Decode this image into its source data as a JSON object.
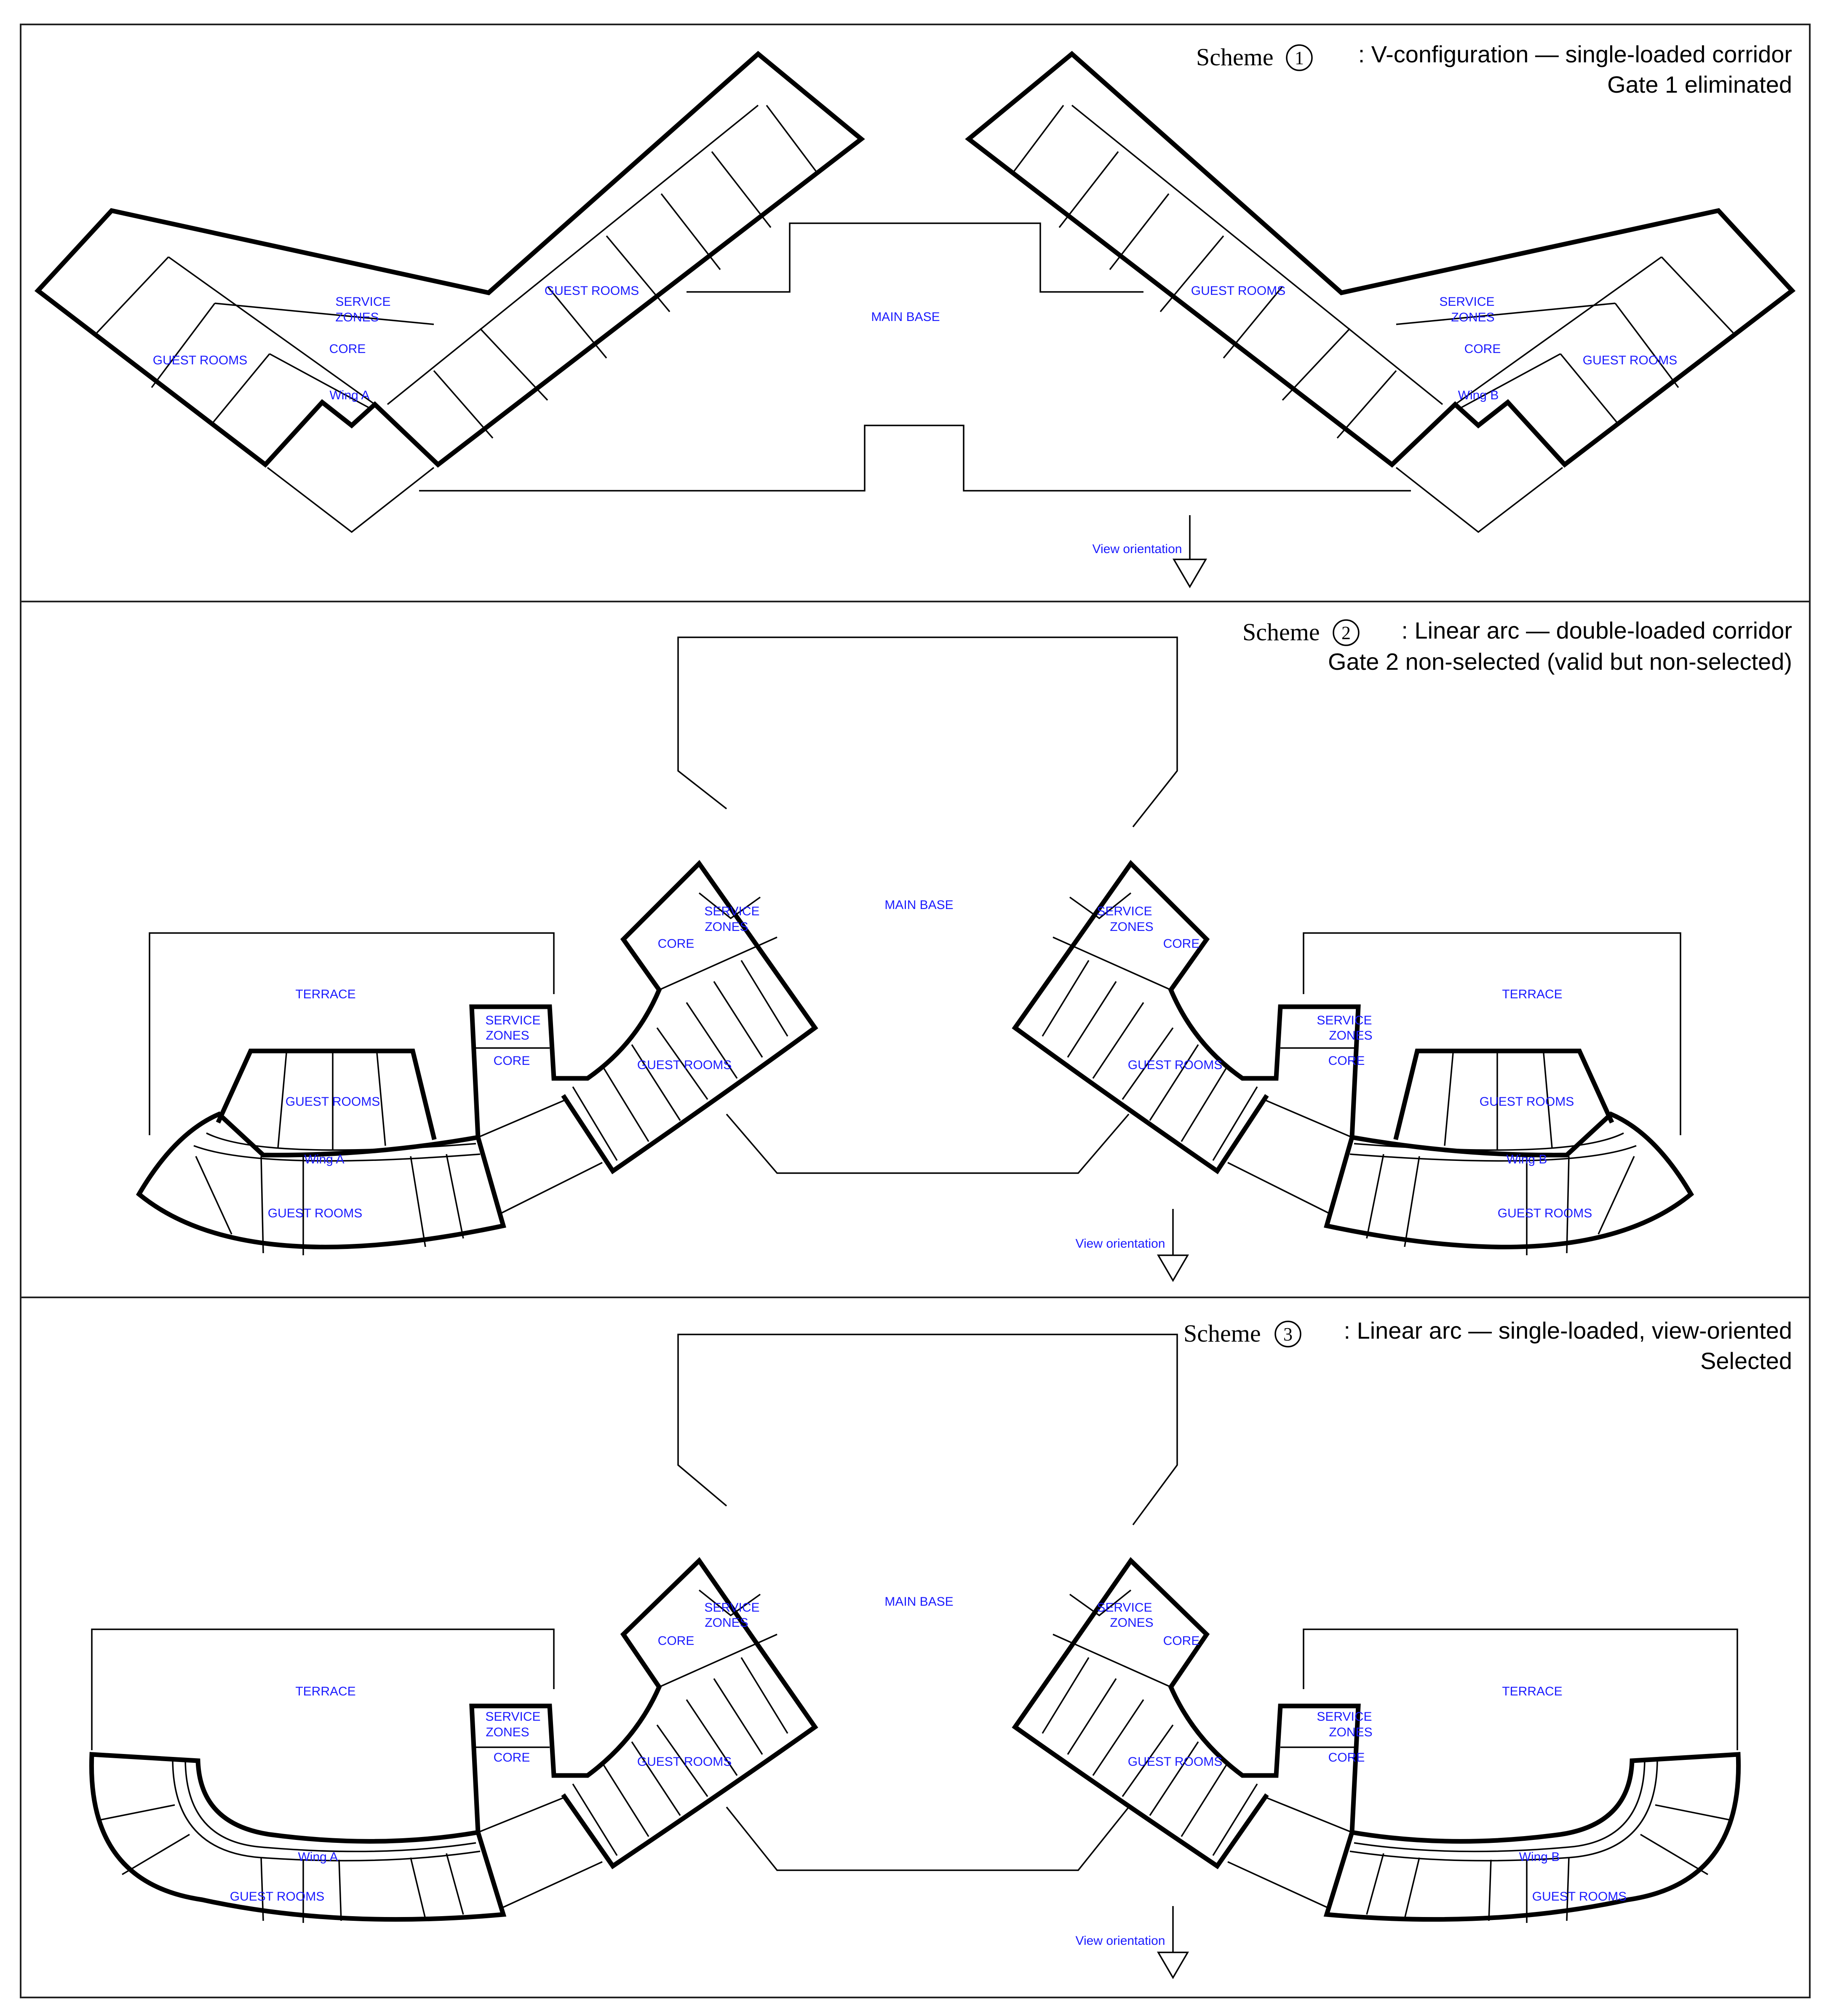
{
  "schemes": [
    {
      "scheme_word": "Scheme",
      "number": "1",
      "title": ": V-configuration — single-loaded corridor",
      "status": "Gate 1 eliminated",
      "labels": {
        "main_base": "MAIN BASE",
        "guest_rooms": "GUEST ROOMS",
        "service": "SERVICE",
        "zones": "ZONES",
        "core": "CORE",
        "wing_a": "Wing A",
        "wing_b": "Wing B",
        "view_orientation": "View orientation"
      }
    },
    {
      "scheme_word": "Scheme",
      "number": "2",
      "title": ": Linear arc — double-loaded corridor",
      "status": "Gate 2 non-selected (valid but non-selected)",
      "labels": {
        "main_base": "MAIN BASE",
        "guest_rooms": "GUEST ROOMS",
        "service": "SERVICE",
        "zones": "ZONES",
        "core": "CORE",
        "terrace": "TERRACE",
        "wing_a": "Wing A",
        "wing_b": "Wing B",
        "view_orientation": "View orientation"
      }
    },
    {
      "scheme_word": "Scheme",
      "number": "3",
      "title": ": Linear arc — single-loaded, view-oriented",
      "status": "Selected",
      "labels": {
        "main_base": "MAIN BASE",
        "guest_rooms": "GUEST ROOMS",
        "service": "SERVICE",
        "zones": "ZONES",
        "core": "CORE",
        "terrace": "TERRACE",
        "wing_a": "Wing A",
        "wing_b": "Wing B",
        "view_orientation": "View orientation"
      }
    }
  ]
}
